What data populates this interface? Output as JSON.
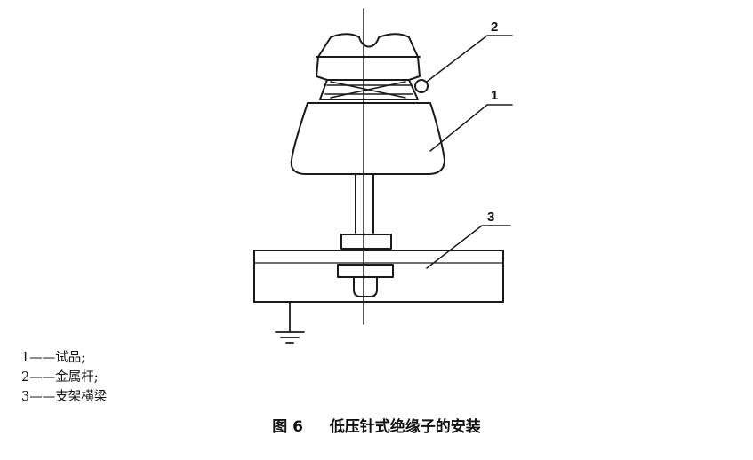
{
  "figure": {
    "callouts": [
      "2",
      "1",
      "3"
    ],
    "legend": [
      {
        "num": "1",
        "sep": "——",
        "text": "试品;"
      },
      {
        "num": "2",
        "sep": "——",
        "text": "金属杆;"
      },
      {
        "num": "3",
        "sep": "——",
        "text": "支架横梁"
      }
    ],
    "caption": {
      "number": "图 6",
      "title": "低压针式绝缘子的安装"
    }
  }
}
